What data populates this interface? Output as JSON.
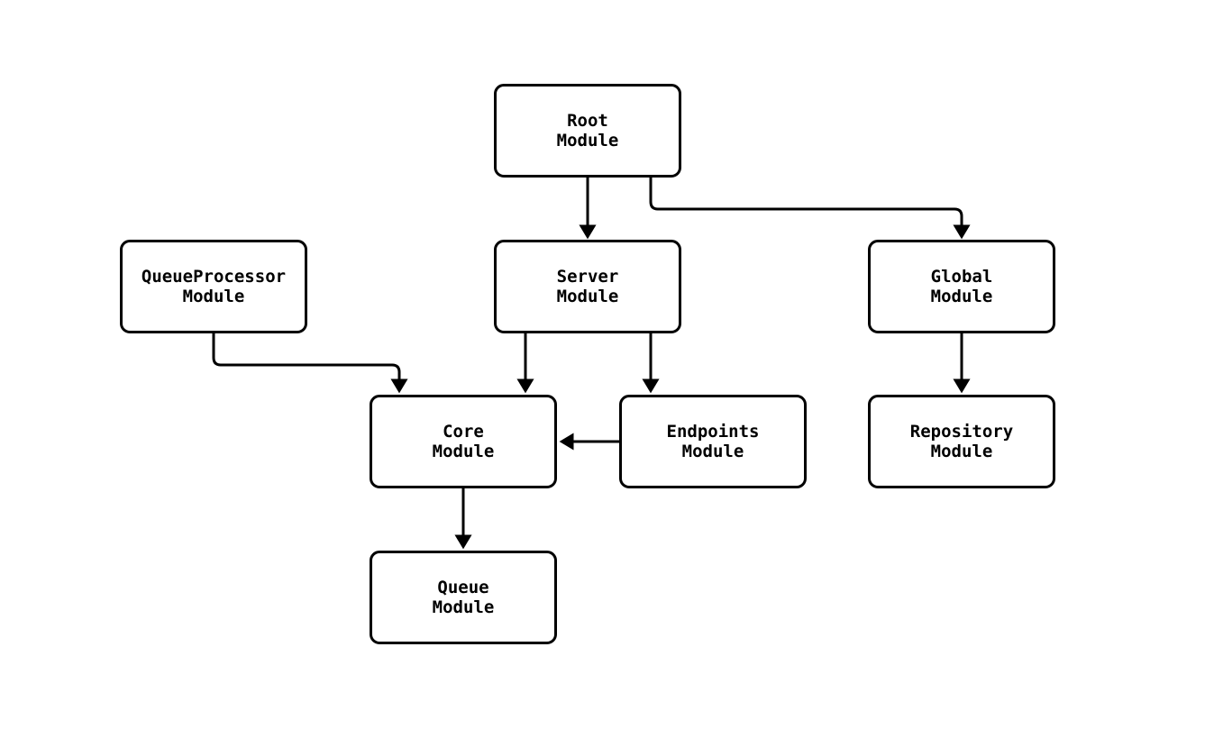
{
  "diagram": {
    "type": "flowchart",
    "background": "#ffffff",
    "node_style": {
      "fill": "#ffffff",
      "border_color": "#000000",
      "text_color": "#000000"
    },
    "edge_color": "#000000",
    "nodes": [
      {
        "id": "root",
        "label": "Root\nModule"
      },
      {
        "id": "queueprocessor",
        "label": "QueueProcessor\nModule"
      },
      {
        "id": "server",
        "label": "Server\nModule"
      },
      {
        "id": "global",
        "label": "Global\nModule"
      },
      {
        "id": "core",
        "label": "Core\nModule"
      },
      {
        "id": "endpoints",
        "label": "Endpoints\nModule"
      },
      {
        "id": "repository",
        "label": "Repository\nModule"
      },
      {
        "id": "queue",
        "label": "Queue\nModule"
      }
    ],
    "edges": [
      {
        "from": "root",
        "to": "server"
      },
      {
        "from": "root",
        "to": "global"
      },
      {
        "from": "queueprocessor",
        "to": "core"
      },
      {
        "from": "server",
        "to": "core"
      },
      {
        "from": "server",
        "to": "endpoints"
      },
      {
        "from": "endpoints",
        "to": "core"
      },
      {
        "from": "core",
        "to": "queue"
      },
      {
        "from": "global",
        "to": "repository"
      }
    ]
  }
}
